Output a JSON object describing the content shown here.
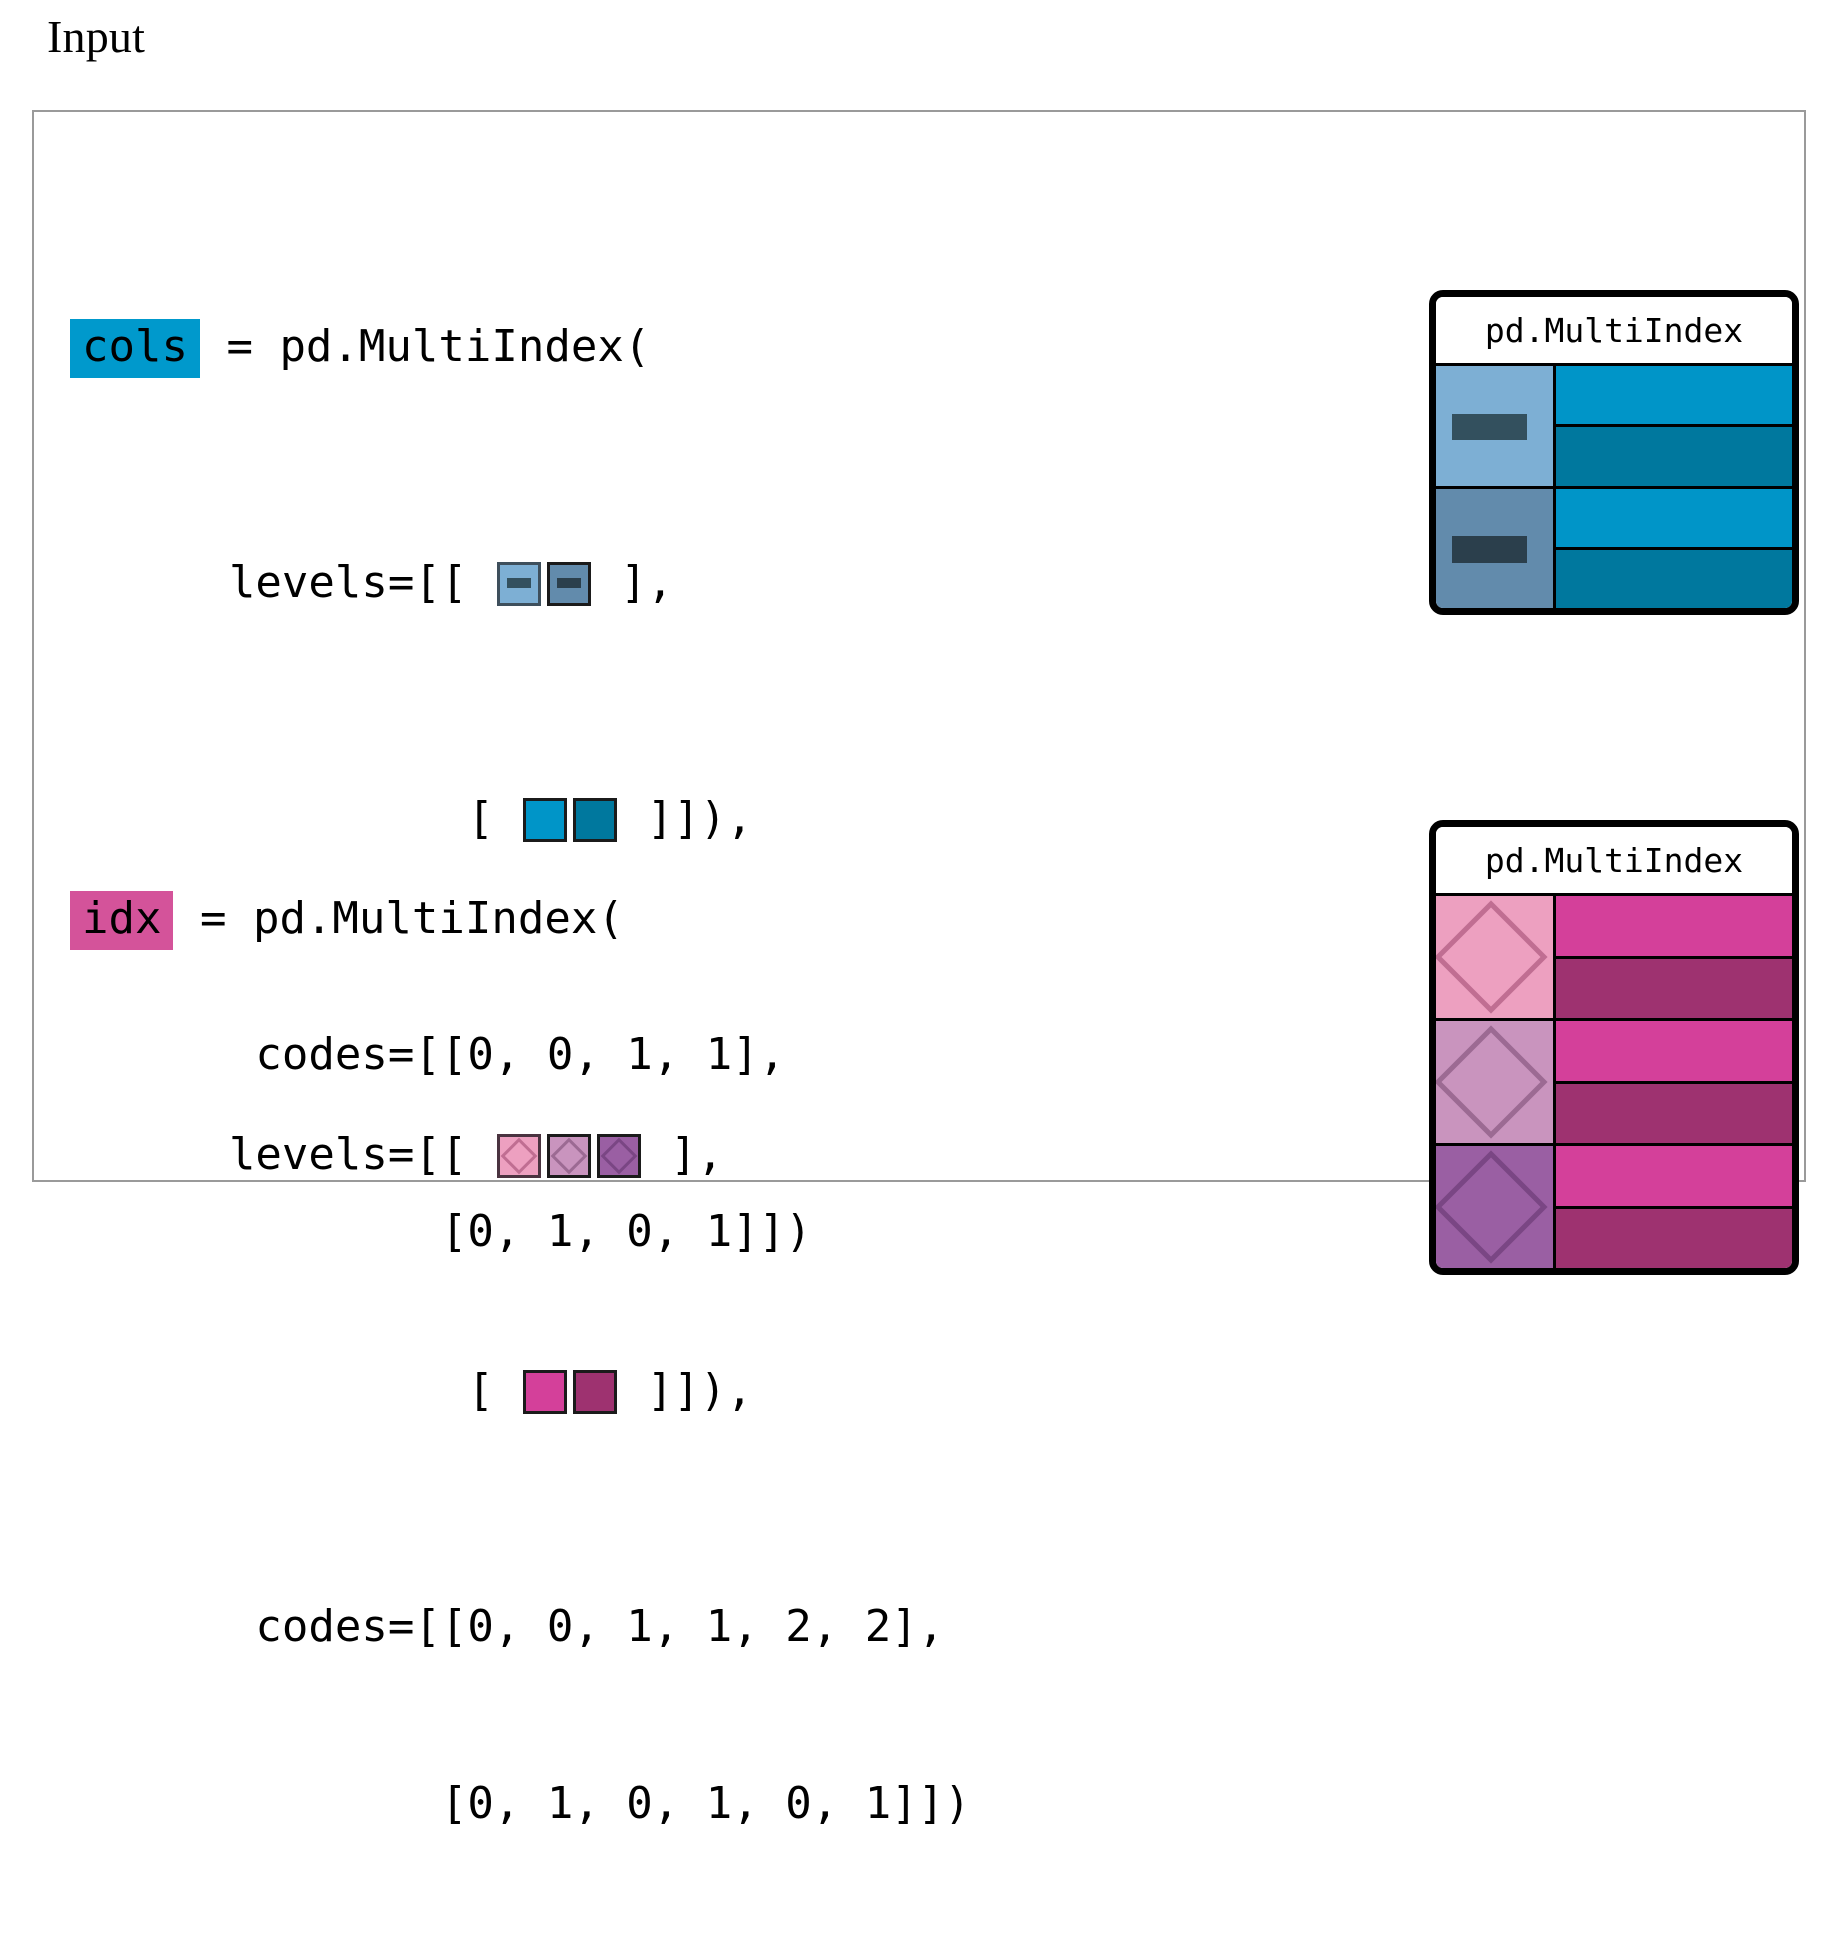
{
  "page": {
    "title": "Input",
    "background": "#ffffff",
    "panel_border_color": "#9a9a9a"
  },
  "cols": {
    "var_label": "cols",
    "var_highlight_color": "#0099cc",
    "code": {
      "line1_after_tag": " = pd.MultiIndex(",
      "line2_prefix": "      levels=[[ ",
      "line2_suffix": " ],",
      "line3_prefix": "               [ ",
      "line3_suffix": " ]]),",
      "line4": "       codes=[[0, 0, 1, 1],",
      "line5": "              [0, 1, 0, 1]])"
    },
    "levels": [
      {
        "glyph": "bar-square-icon",
        "fill": "#7DAFD4",
        "mark": "#33505e"
      },
      {
        "glyph": "bar-square-icon",
        "fill": "#628BAC",
        "mark": "#2b3f4c"
      }
    ],
    "levels_1": [
      {
        "glyph": "solid-square-icon",
        "fill": "#0095C8"
      },
      {
        "glyph": "solid-square-icon",
        "fill": "#00789E"
      }
    ],
    "codes": [
      [
        0,
        0,
        1,
        1
      ],
      [
        0,
        1,
        0,
        1
      ]
    ],
    "card": {
      "title": "pd.MultiIndex",
      "level0_cells": [
        {
          "fill": "#7DAFD4",
          "mark_fill": "#33505e",
          "mark": "bar"
        },
        {
          "fill": "#628BAC",
          "mark_fill": "#2b3f4c",
          "mark": "bar"
        }
      ],
      "level1_cells": [
        {
          "fill": "#0095C8"
        },
        {
          "fill": "#00789E"
        },
        {
          "fill": "#0095C8"
        },
        {
          "fill": "#00789E"
        }
      ]
    }
  },
  "idx": {
    "var_label": "idx",
    "var_highlight_color": "#d4539a",
    "code": {
      "line1_after_tag": " = pd.MultiIndex(",
      "line2_prefix": "      levels=[[ ",
      "line2_suffix": " ],",
      "line3_prefix": "               [ ",
      "line3_suffix": " ]]),",
      "line4": "       codes=[[0, 0, 1, 1, 2, 2],",
      "line5": "              [0, 1, 0, 1, 0, 1]])"
    },
    "levels": [
      {
        "glyph": "diamond-square-icon",
        "fill": "#EDA0C0",
        "mark": "#c06e92"
      },
      {
        "glyph": "diamond-square-icon",
        "fill": "#C994BE",
        "mark": "#9c6a93"
      },
      {
        "glyph": "diamond-square-icon",
        "fill": "#9A5FA3",
        "mark": "#7a4684"
      }
    ],
    "levels_1": [
      {
        "glyph": "solid-square-icon",
        "fill": "#D4409A"
      },
      {
        "glyph": "solid-square-icon",
        "fill": "#9E3270"
      }
    ],
    "codes": [
      [
        0,
        0,
        1,
        1,
        2,
        2
      ],
      [
        0,
        1,
        0,
        1,
        0,
        1
      ]
    ],
    "card": {
      "title": "pd.MultiIndex",
      "level0_cells": [
        {
          "fill": "#EDA0C0",
          "mark_fill": "#c06e92",
          "mark": "diamond"
        },
        {
          "fill": "#C994BE",
          "mark_fill": "#9c6a93",
          "mark": "diamond"
        },
        {
          "fill": "#9A5FA3",
          "mark_fill": "#7a4684",
          "mark": "diamond"
        }
      ],
      "level1_cells": [
        {
          "fill": "#D4409A"
        },
        {
          "fill": "#9E3270"
        },
        {
          "fill": "#D4409A"
        },
        {
          "fill": "#9E3270"
        },
        {
          "fill": "#D4409A"
        },
        {
          "fill": "#9E3270"
        }
      ]
    }
  }
}
